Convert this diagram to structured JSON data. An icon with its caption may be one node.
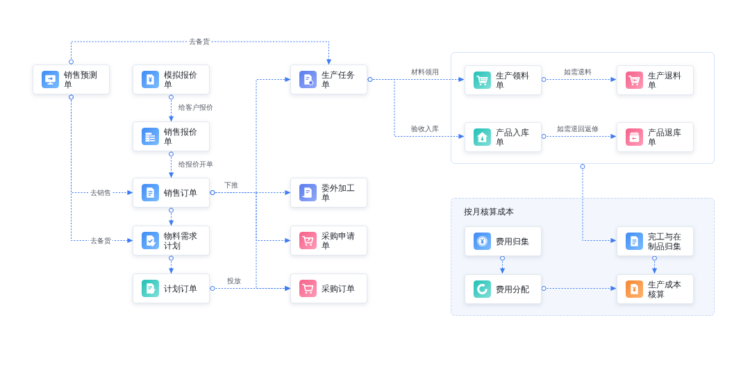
{
  "diagram": {
    "nodes": [
      {
        "text": [
          "销售预测单"
        ]
      },
      {
        "text": [
          "模拟报价单"
        ]
      },
      {
        "text": [
          "销售报价单"
        ]
      },
      {
        "text": [
          "销售订单"
        ]
      },
      {
        "text": [
          "物料需求计划"
        ]
      },
      {
        "text": [
          "计划订单"
        ]
      },
      {
        "text": [
          "生产任务单"
        ]
      },
      {
        "text": [
          "委外加工单"
        ]
      },
      {
        "text": [
          "采购申请单"
        ]
      },
      {
        "text": [
          "采购订单"
        ]
      },
      {
        "text": [],
        "shape": "box"
      },
      {
        "text": [
          "生产领料单"
        ],
        "in": 10
      },
      {
        "text": [
          "生产退料单"
        ],
        "in": 10
      },
      {
        "text": [
          "产品入库单"
        ],
        "in": 10
      },
      {
        "text": [
          "产品退库单"
        ],
        "in": 10
      },
      {
        "text": [
          "按月核算成本"
        ]
      },
      {
        "text": [
          "费用归集"
        ],
        "in": 15
      },
      {
        "text": [
          "完工与在制品归集"
        ],
        "in": 15
      },
      {
        "text": [
          "费用分配"
        ],
        "in": 15
      },
      {
        "text": [
          "生产成本核算"
        ],
        "in": 15
      }
    ],
    "edges": [
      {
        "from": 0,
        "to": 6,
        "arrow": "to",
        "label": "去备货"
      },
      {
        "from": 1,
        "to": 2,
        "arrow": "to",
        "label": "给客户报价"
      },
      {
        "from": 2,
        "to": 3,
        "arrow": "to",
        "label": "给报价开单"
      },
      {
        "from": 0,
        "to": 3,
        "arrow": "to",
        "label": "去销售"
      },
      {
        "from": 0,
        "to": 4,
        "arrow": "to",
        "label": "去备货"
      },
      {
        "from": 3,
        "to": 4,
        "arrow": "to"
      },
      {
        "from": 4,
        "to": 5,
        "arrow": "to"
      },
      {
        "from": 3,
        "to": 6,
        "arrow": "to"
      },
      {
        "from": 3,
        "to": 7,
        "arrow": "to",
        "label": "下推"
      },
      {
        "from": 3,
        "to": 8,
        "arrow": "to"
      },
      {
        "from": 3,
        "to": 9,
        "arrow": "to"
      },
      {
        "from": 5,
        "to": 9,
        "arrow": "to",
        "label": "投放"
      },
      {
        "from": 6,
        "to": 11,
        "arrow": "to",
        "label": "材料领用"
      },
      {
        "from": 6,
        "to": 13,
        "arrow": "to",
        "label": "验收入库"
      },
      {
        "from": 11,
        "to": 12,
        "arrow": "to",
        "label": "如需退料"
      },
      {
        "from": 13,
        "to": 14,
        "arrow": "to",
        "label": "如需退回返修"
      },
      {
        "from": 10,
        "to": 17,
        "arrow": "to"
      },
      {
        "from": 16,
        "to": 18,
        "arrow": "to"
      },
      {
        "from": 17,
        "to": 19,
        "arrow": "to"
      },
      {
        "from": 18,
        "to": 19,
        "arrow": "to"
      }
    ]
  }
}
